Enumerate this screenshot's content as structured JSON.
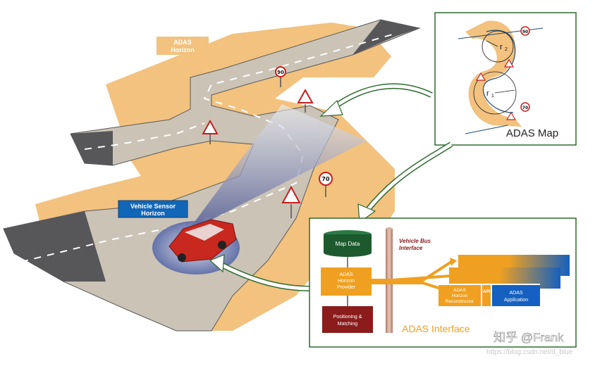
{
  "labels": {
    "adas_horizon": [
      "ADAS",
      "Horizon"
    ],
    "vehicle_sensor_horizon": [
      "Vehicle Sensor",
      "Horizon"
    ],
    "adas_map": "ADAS Map",
    "adas_interface": "ADAS Interface",
    "vehicle_bus_interface": [
      "Vehicle Bus",
      "Interface"
    ]
  },
  "map_panel": {
    "r1": "r",
    "r1_sub": "1",
    "r2": "r",
    "r2_sub": "2",
    "sign_speed_top": "90",
    "sign_speed_bottom": "70"
  },
  "road_signs": {
    "speed_limit_1": "90",
    "speed_limit_2": "70"
  },
  "interface_blocks": {
    "map_data": "Map Data",
    "horizon_provider": [
      "ADAS",
      "Horizon",
      "Provider"
    ],
    "positioning": [
      "Positioning &",
      "Matching"
    ],
    "reconstructor": [
      "ADAS",
      "Horizon",
      "Reconstructor"
    ],
    "api": "API",
    "application": [
      "ADAS",
      "Application"
    ]
  },
  "watermark": {
    "main": "知乎 @Frank",
    "sub": "https://blog.csdn.net/d_blue"
  },
  "colors": {
    "orange_area": "#f2c27e",
    "road": "#cbc3b6",
    "road_dark": "#57575a",
    "panel_border": "#2d6a2d",
    "blue_label": "#1266b8",
    "green_block": "#1c5a2e",
    "orange_block": "#f0a020",
    "red_block": "#8a1c1c",
    "blue_block": "#1560c0",
    "car": "#c8281e"
  }
}
